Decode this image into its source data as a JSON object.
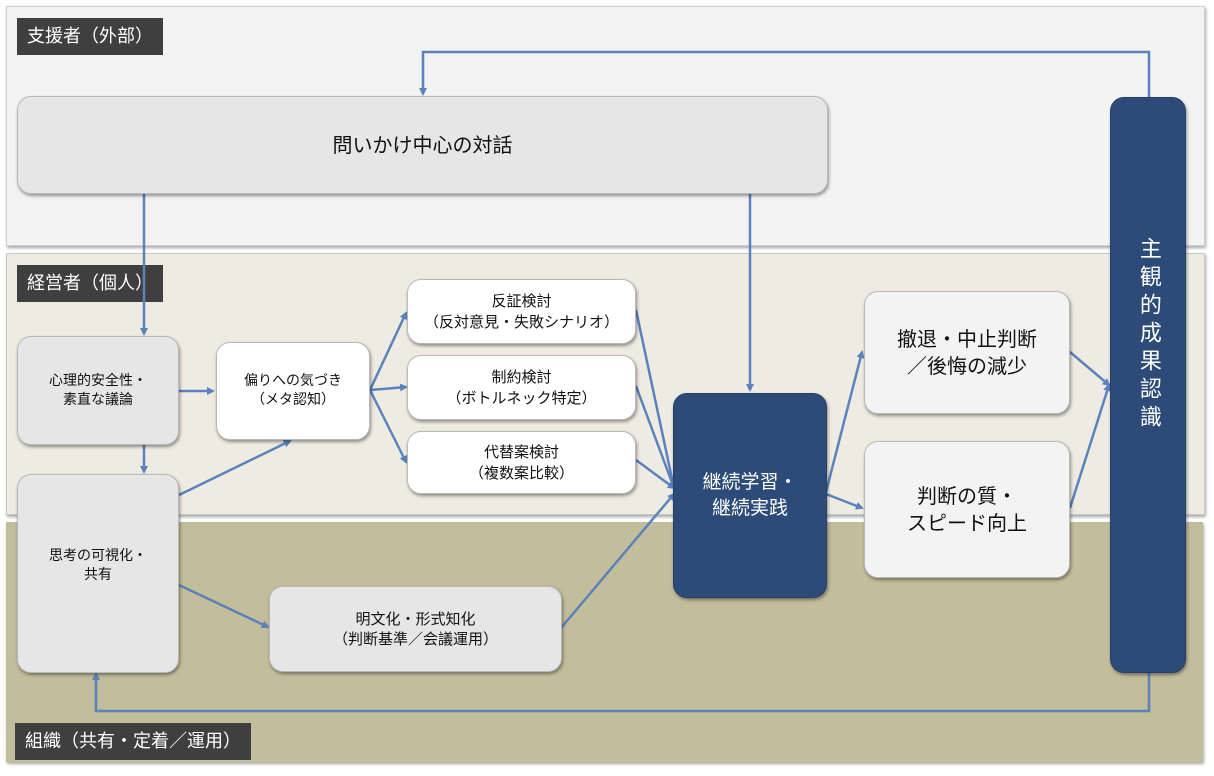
{
  "layers": {
    "support": "支援者（外部）",
    "manager": "経営者（個人）",
    "organization": "組織（共有・定着／運用）"
  },
  "nodes": {
    "dialogue": "問いかけ中心の対話",
    "psych_safety": [
      "心理的安全性・",
      "素直な議論"
    ],
    "bias_awareness": [
      "偏りへの気づき",
      "（メタ認知）"
    ],
    "visualize_share": [
      "思考の可視化・",
      "共有"
    ],
    "refutation": [
      "反証検討",
      "（反対意見・失敗シナリオ）"
    ],
    "constraint": [
      "制約検討",
      "（ボトルネック特定）"
    ],
    "alternatives": [
      "代替案検討",
      "（複数案比較）"
    ],
    "formalize": [
      "明文化・形式知化",
      "（判断基準／会議運用）"
    ],
    "continuous": [
      "継続学習・",
      "継続実践"
    ],
    "withdrawal": [
      "撤退・中止判断",
      "／後悔の減少"
    ],
    "quality": [
      "判断の質・",
      "スピード向上"
    ],
    "subjective_outcome": "主観的成果認識"
  },
  "colors": {
    "arrow": "#5b82bd",
    "navy": "#2c4b78",
    "label_bg": "#3f3f3f",
    "support_bg": "#f3f3f3",
    "manager_bg": "#eeebe2",
    "org_bg": "#c2bd9b"
  }
}
